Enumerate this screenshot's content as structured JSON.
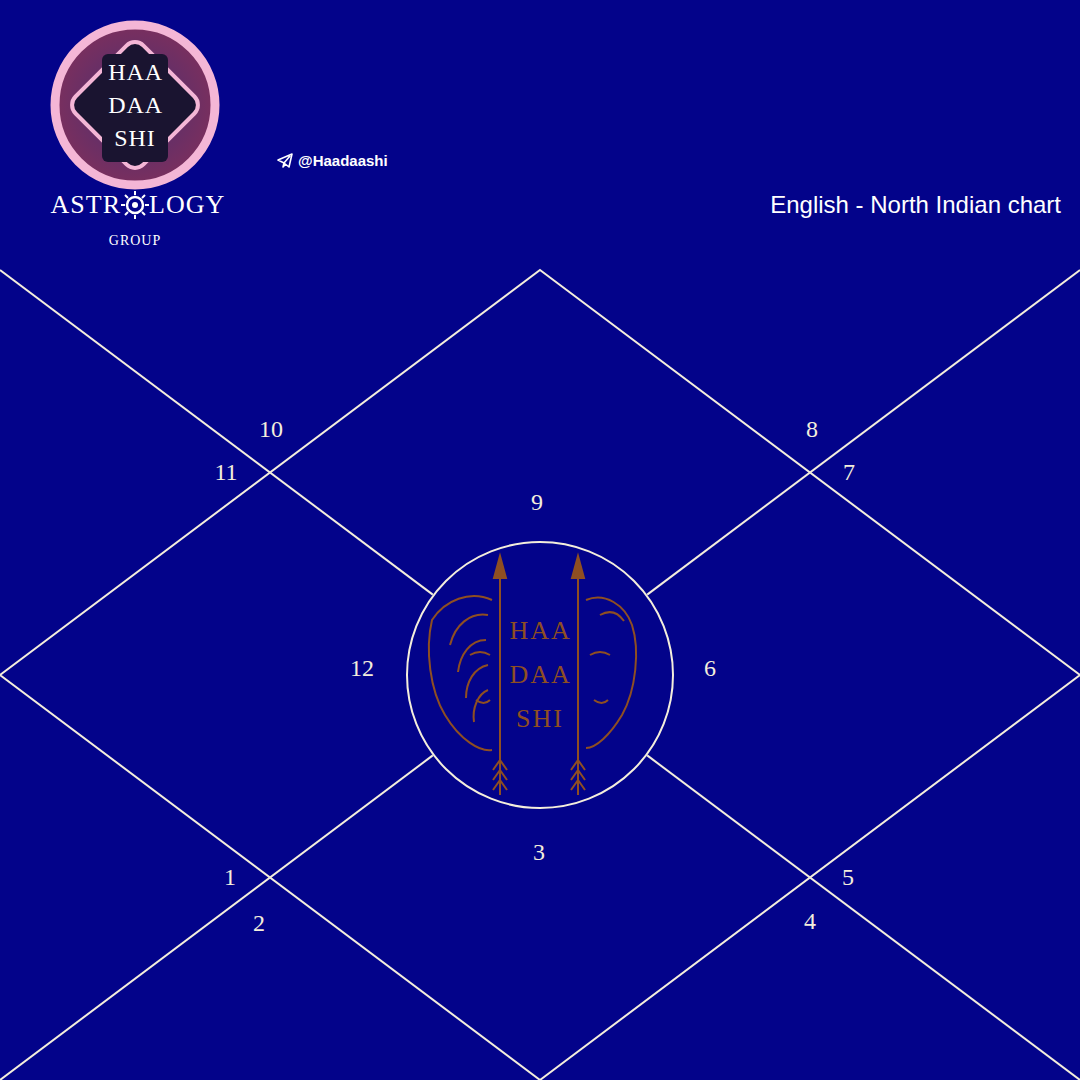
{
  "diagram": {
    "title": "English - North Indian chart",
    "nodes": [
      {
        "text": [
          "HAA DAA SHI"
        ]
      },
      {
        "text": [
          "HAA DAA SHI"
        ]
      }
    ],
    "labels": [
      "@Haadaashi",
      "ASTR",
      "LOGY",
      "GROUP",
      "10",
      "11",
      "8",
      "7",
      "9",
      "12",
      "6",
      "3",
      "1",
      "2",
      "5",
      "4"
    ]
  }
}
